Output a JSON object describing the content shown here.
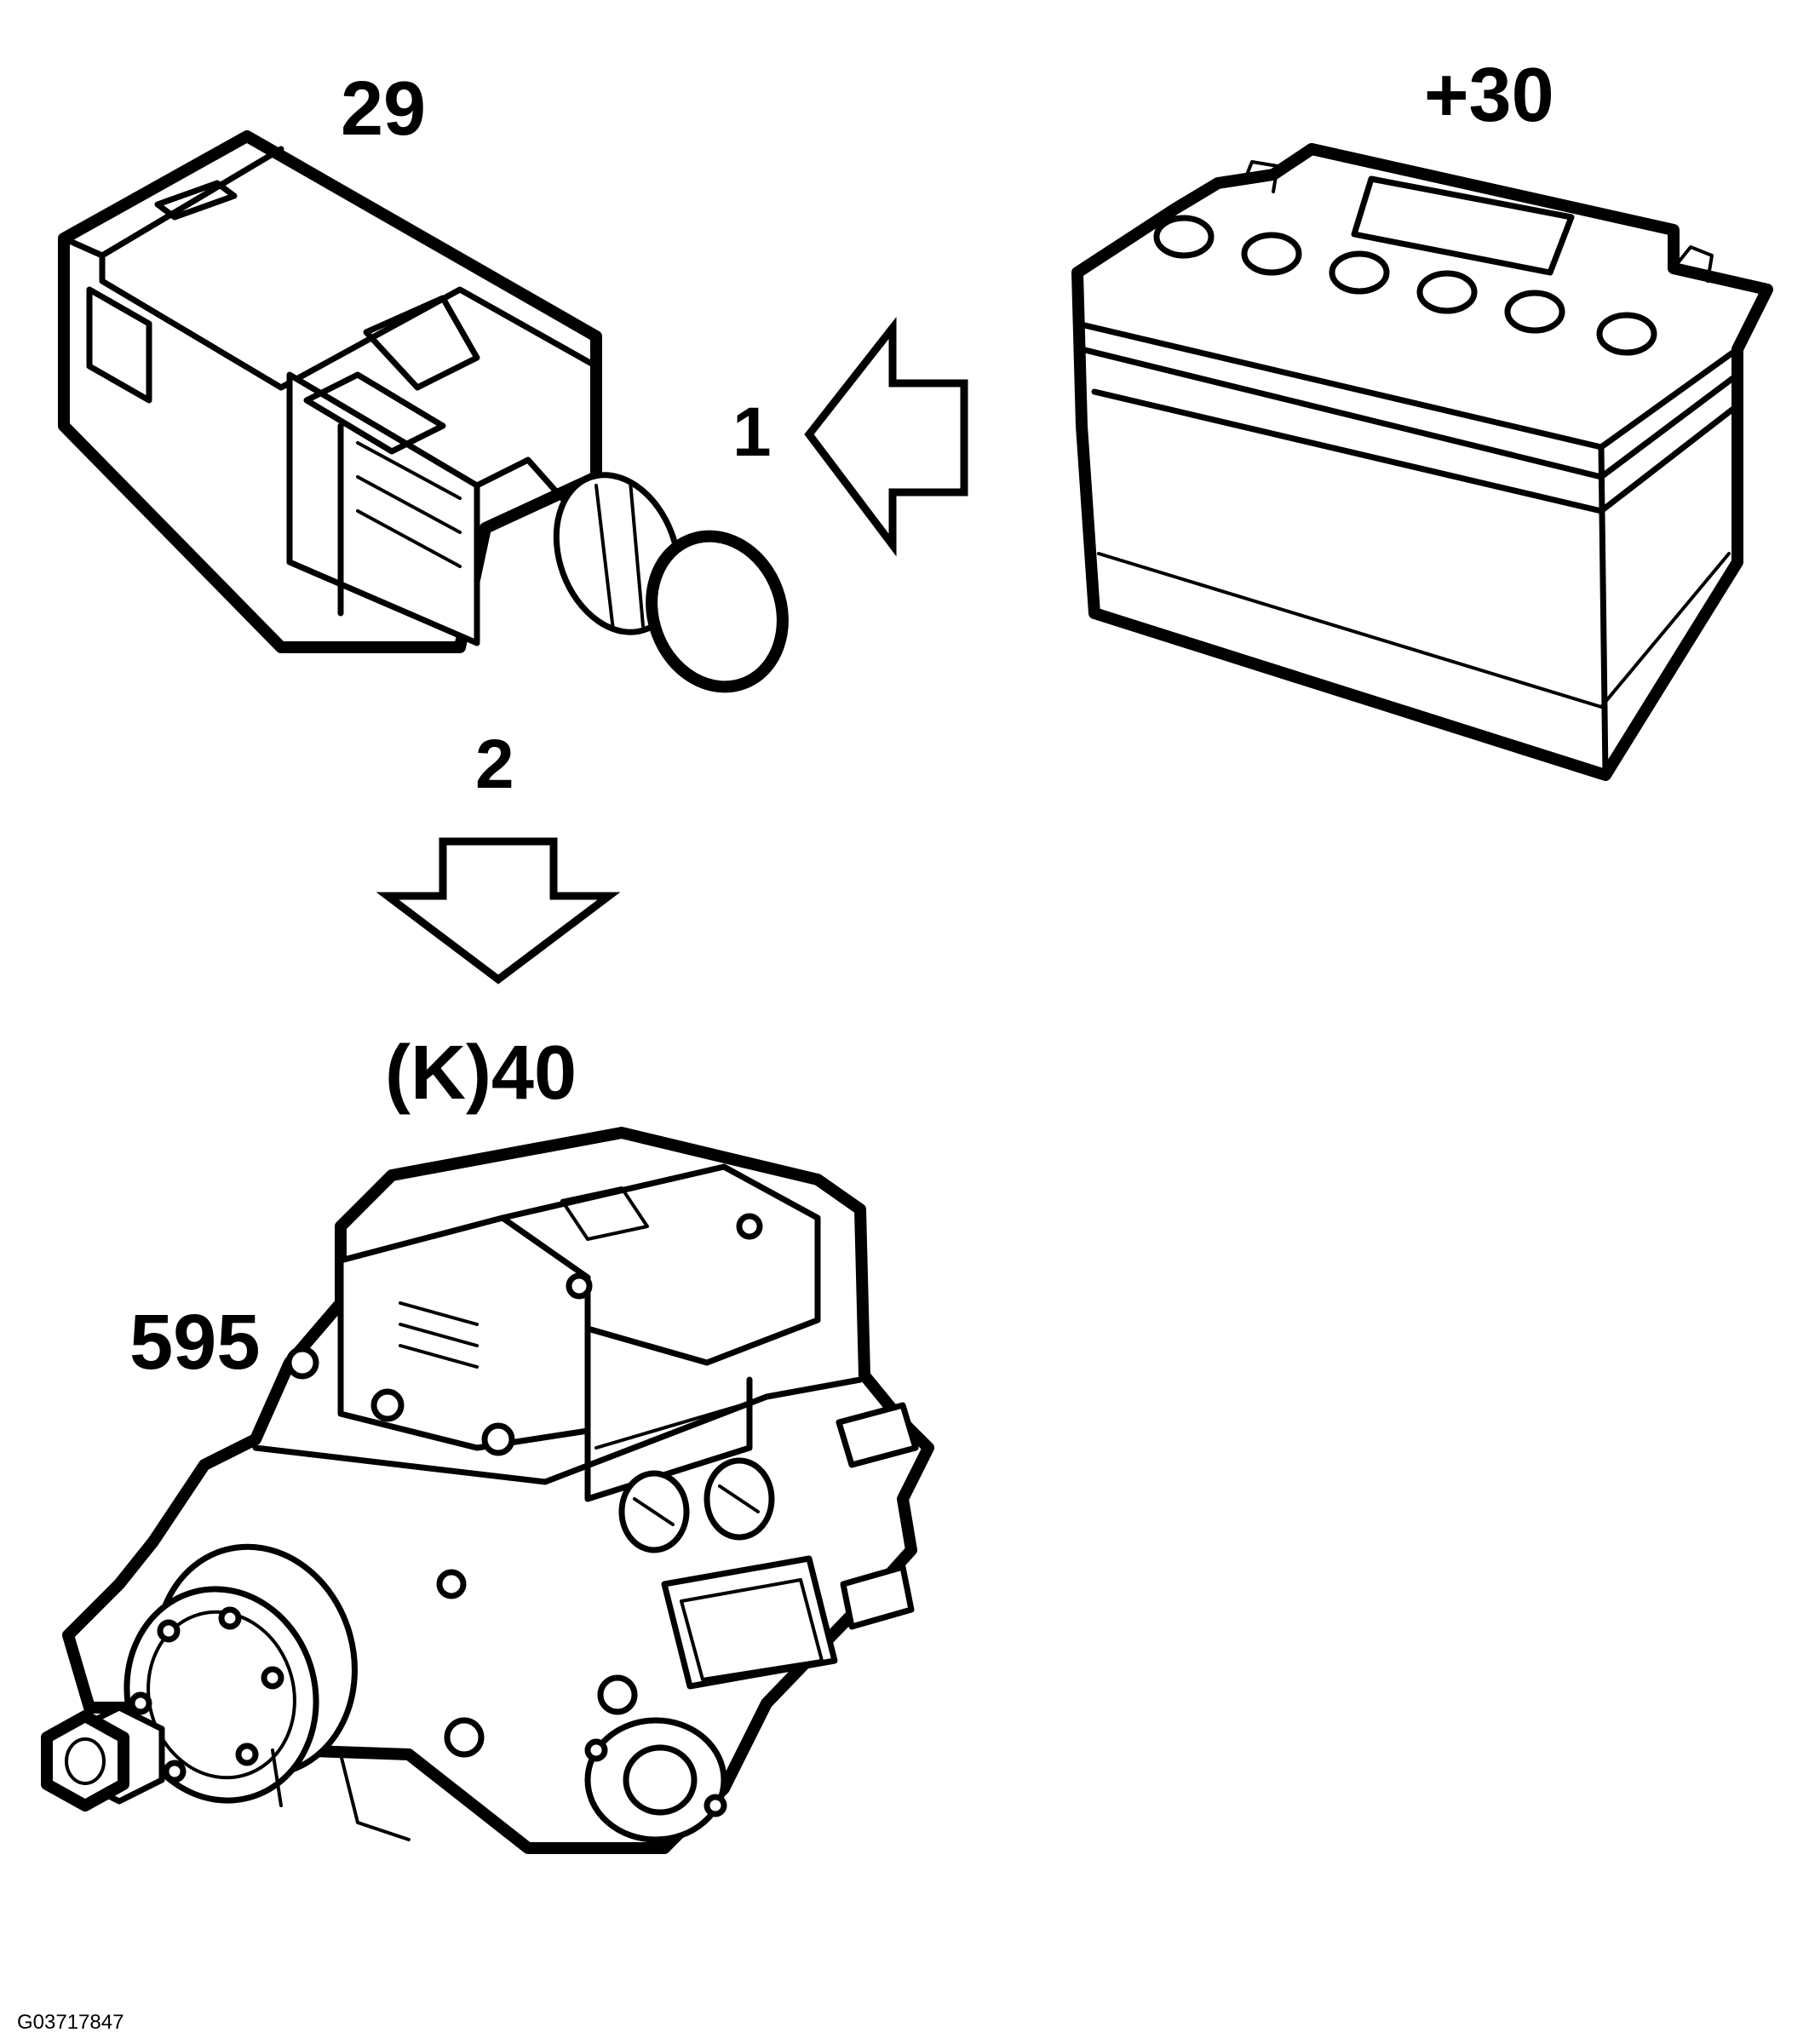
{
  "labels": {
    "switch_number": "29",
    "battery_terminal": "+30",
    "step_one": "1",
    "step_two": "2",
    "pump_terminal": "(K)40",
    "pump_number": "595"
  },
  "figure_reference": "G03717847",
  "colors": {
    "line": "#000000",
    "background": "#ffffff"
  }
}
